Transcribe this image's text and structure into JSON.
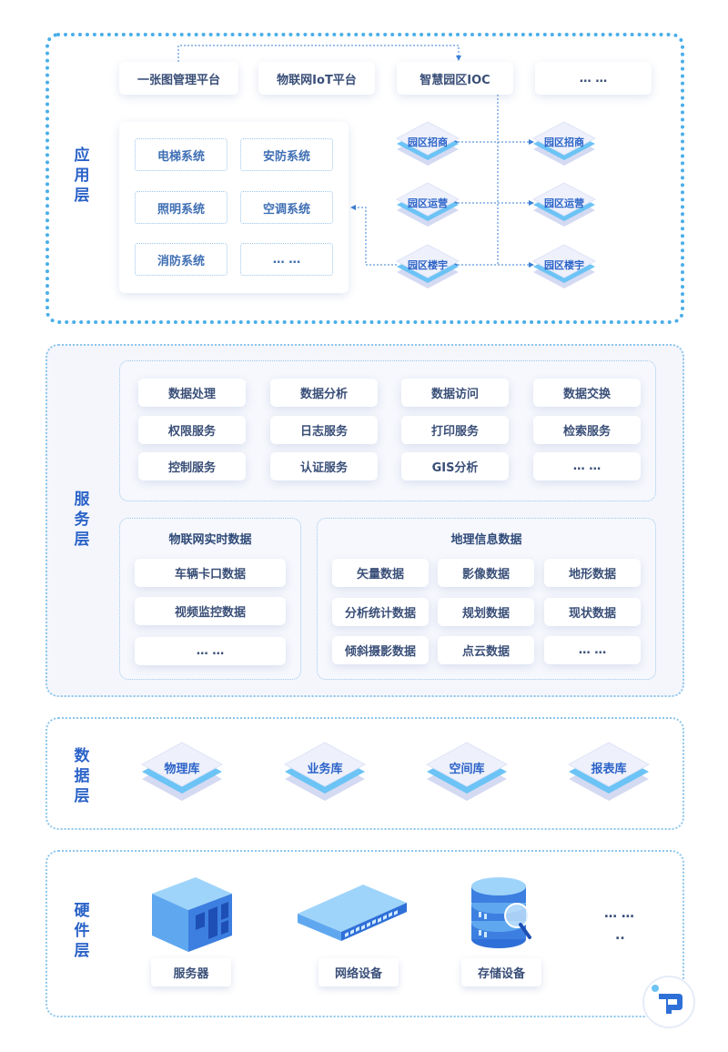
{
  "layers": {
    "app": {
      "title": "应用层"
    },
    "service": {
      "title": "服务层"
    },
    "data": {
      "title": "数据层"
    },
    "hardware": {
      "title": "硬件层"
    }
  },
  "app": {
    "platforms": [
      "一张图管理平台",
      "物联网IoT平台",
      "智慧园区IOC",
      "… …"
    ],
    "systems": [
      "电梯系统",
      "安防系统",
      "照明系统",
      "空调系统",
      "消防系统",
      "… …"
    ],
    "modules_left": [
      "园区招商",
      "园区运营",
      "园区楼宇"
    ],
    "modules_right": [
      "园区招商",
      "园区运营",
      "园区楼宇"
    ]
  },
  "service": {
    "services": [
      [
        "数据处理",
        "数据分析",
        "数据访问",
        "数据交换"
      ],
      [
        "权限服务",
        "日志服务",
        "打印服务",
        "检索服务"
      ],
      [
        "控制服务",
        "认证服务",
        "GIS分析",
        "… …"
      ]
    ],
    "iot": {
      "title": "物联网实时数据",
      "items": [
        "车辆卡口数据",
        "视频监控数据",
        "… …"
      ]
    },
    "geo": {
      "title": "地理信息数据",
      "items": [
        [
          "矢量数据",
          "影像数据",
          "地形数据"
        ],
        [
          "分析统计数据",
          "规划数据",
          "现状数据"
        ],
        [
          "倾斜摄影数据",
          "点云数据",
          "… …"
        ]
      ]
    }
  },
  "data": {
    "libraries": [
      "物理库",
      "业务库",
      "空间库",
      "报表库"
    ]
  },
  "hardware": {
    "devices": [
      "服务器",
      "网络设备",
      "存储设备"
    ],
    "more": "… …",
    "more2": ".."
  },
  "colors": {
    "accent": "#2b63c8",
    "dotted": "#4aaeea",
    "stack_top": "#eef1fb",
    "stack_blue": "#6cc3f5"
  }
}
